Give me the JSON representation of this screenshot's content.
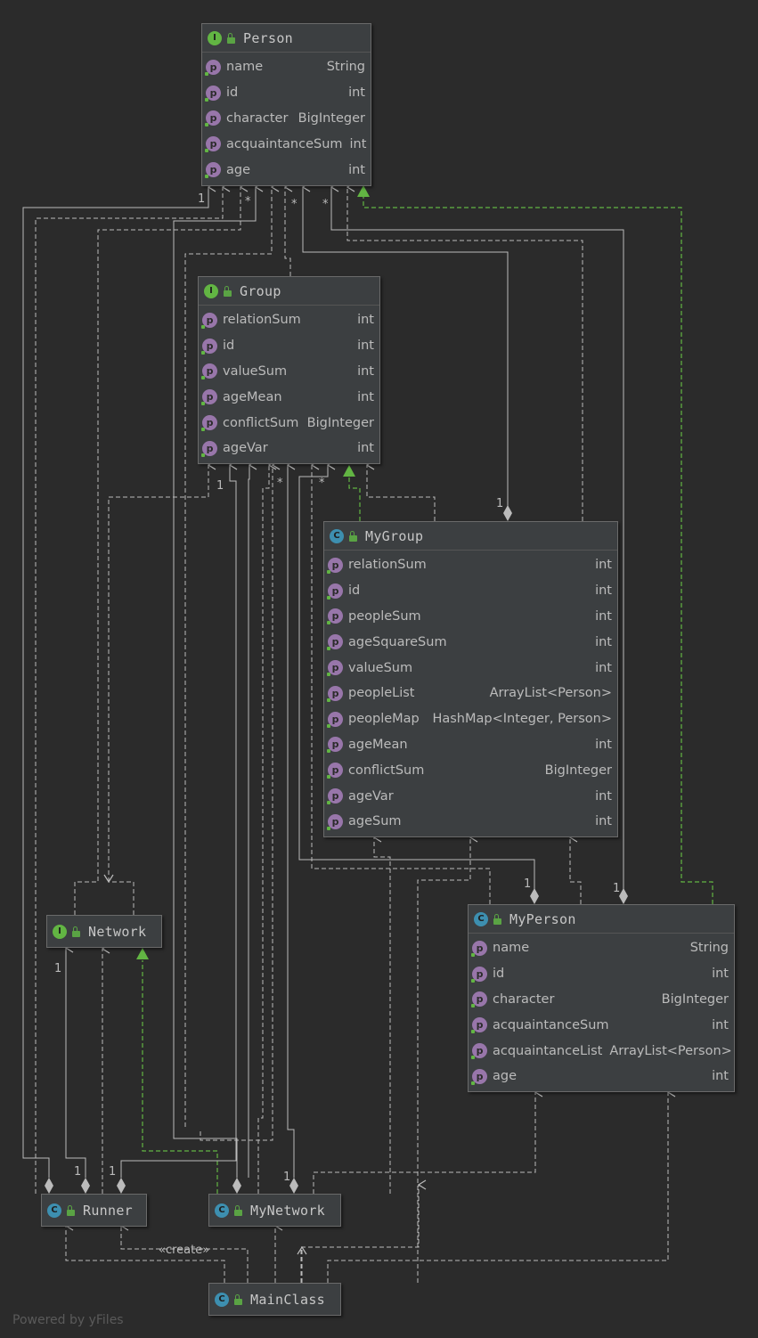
{
  "diagram": {
    "nodes": [
      {
        "id": "person",
        "title": "Person",
        "kind": "interface",
        "fields": [
          {
            "name": "name",
            "type": "String"
          },
          {
            "name": "id",
            "type": "int"
          },
          {
            "name": "character",
            "type": "BigInteger"
          },
          {
            "name": "acquaintanceSum",
            "type": "int"
          },
          {
            "name": "age",
            "type": "int"
          }
        ]
      },
      {
        "id": "group",
        "title": "Group",
        "kind": "interface",
        "fields": [
          {
            "name": "relationSum",
            "type": "int"
          },
          {
            "name": "id",
            "type": "int"
          },
          {
            "name": "valueSum",
            "type": "int"
          },
          {
            "name": "ageMean",
            "type": "int"
          },
          {
            "name": "conflictSum",
            "type": "BigInteger"
          },
          {
            "name": "ageVar",
            "type": "int"
          }
        ]
      },
      {
        "id": "mygroup",
        "title": "MyGroup",
        "kind": "class",
        "fields": [
          {
            "name": "relationSum",
            "type": "int"
          },
          {
            "name": "id",
            "type": "int"
          },
          {
            "name": "peopleSum",
            "type": "int"
          },
          {
            "name": "ageSquareSum",
            "type": "int"
          },
          {
            "name": "valueSum",
            "type": "int"
          },
          {
            "name": "peopleList",
            "type": "ArrayList<Person>"
          },
          {
            "name": "peopleMap",
            "type": "HashMap<Integer, Person>"
          },
          {
            "name": "ageMean",
            "type": "int"
          },
          {
            "name": "conflictSum",
            "type": "BigInteger"
          },
          {
            "name": "ageVar",
            "type": "int"
          },
          {
            "name": "ageSum",
            "type": "int"
          }
        ]
      },
      {
        "id": "network",
        "title": "Network",
        "kind": "interface",
        "fields": []
      },
      {
        "id": "myperson",
        "title": "MyPerson",
        "kind": "class",
        "fields": [
          {
            "name": "name",
            "type": "String"
          },
          {
            "name": "id",
            "type": "int"
          },
          {
            "name": "character",
            "type": "BigInteger"
          },
          {
            "name": "acquaintanceSum",
            "type": "int"
          },
          {
            "name": "acquaintanceList",
            "type": "ArrayList<Person>"
          },
          {
            "name": "age",
            "type": "int"
          }
        ]
      },
      {
        "id": "runner",
        "title": "Runner",
        "kind": "class",
        "fields": []
      },
      {
        "id": "mynetwork",
        "title": "MyNetwork",
        "kind": "class",
        "fields": []
      },
      {
        "id": "mainclass",
        "title": "MainClass",
        "kind": "class",
        "fields": []
      }
    ],
    "multiplicity_labels": [
      "1",
      "*",
      "*",
      "*",
      "1",
      "*",
      "*",
      "1",
      "1",
      "1",
      "1",
      "1",
      "1",
      "1"
    ],
    "create_label": "«create»",
    "colors": {
      "background": "#2b2b2b",
      "node": "#3c3f41",
      "edge": "#bbbbbb",
      "realization": "#62b543"
    }
  },
  "footer": {
    "text": "Powered by yFiles"
  }
}
